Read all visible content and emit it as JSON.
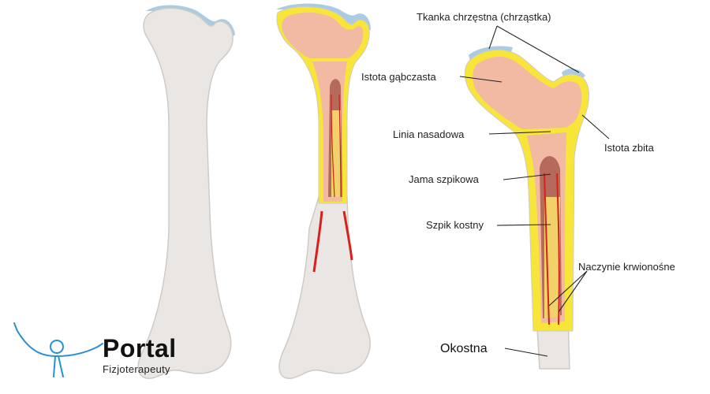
{
  "labels": {
    "cartilage": "Tkanka chrzęstna (chrząstka)",
    "spongy": "Istota gąbczasta",
    "compact": "Istota zbita",
    "epiphyseal_line": "Linia nasadowa",
    "medullary_cavity": "Jama szpikowa",
    "marrow": "Szpik kostny",
    "blood_vessel": "Naczynie krwionośne",
    "periosteum": "Okostna"
  },
  "logo": {
    "name": "Portal",
    "subtitle": "Fizjoterapeuty"
  },
  "colors": {
    "bone": "#e9e6e3",
    "bone_outline": "#cfcac5",
    "cartilage": "#a9cbe3",
    "compact": "#f7e53a",
    "spongy": "#f2b9a3",
    "cavity": "#b56a5c",
    "marrow": "#f1d26a",
    "vessel": "#d8201c",
    "logo_accent": "#2a8fd0"
  }
}
